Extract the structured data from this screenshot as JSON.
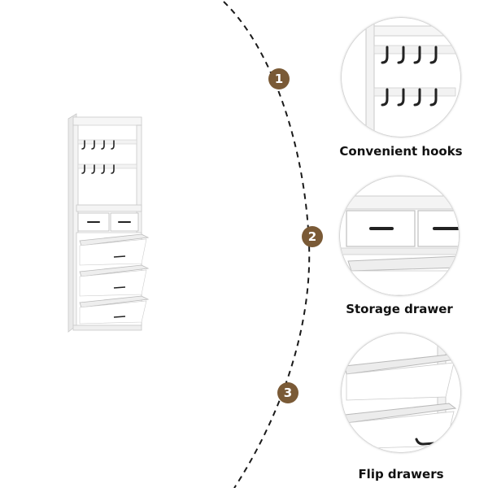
{
  "colors": {
    "accent": "#7a5a36",
    "arc": "#1a1a1a",
    "furniture": "#ffffff",
    "furniture_edge": "#c9c9c9",
    "furniture_shade": "#e8e8e8",
    "hardware": "#222222"
  },
  "features": [
    {
      "number": "1",
      "label": "Convenient hooks",
      "icon": "hooks-detail"
    },
    {
      "number": "2",
      "label": "Storage drawer",
      "icon": "drawer-detail"
    },
    {
      "number": "3",
      "label": "Flip drawers",
      "icon": "flip-drawers-detail"
    }
  ]
}
